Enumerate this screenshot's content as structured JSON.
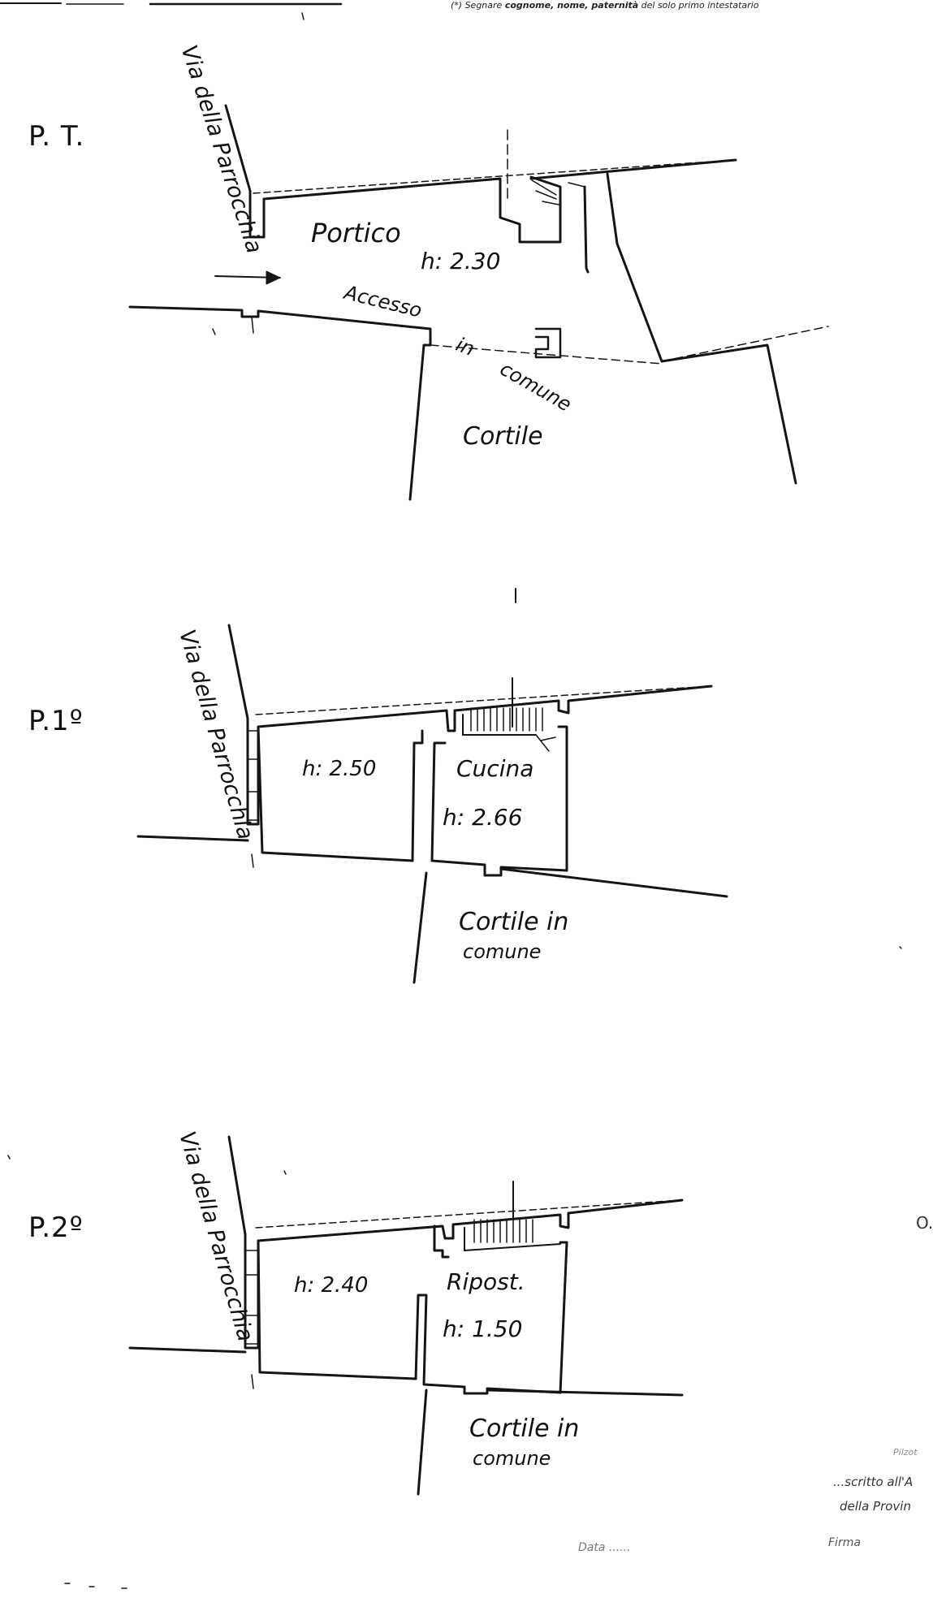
{
  "header": {
    "note_prefix": "(*) Segnare",
    "note_bold": "cognome, nome, paternità",
    "note_suffix": "del solo primo intestatario"
  },
  "floors": [
    {
      "label": "P. T.",
      "street": "Via della Parrocchia",
      "rooms": [
        {
          "name": "Portico",
          "height": "h: 2.30"
        }
      ],
      "annotations": [
        "Accesso",
        "in",
        "comune",
        "Cortile"
      ]
    },
    {
      "label": "P.1º",
      "street": "Via della Parrocchia",
      "rooms": [
        {
          "name": "",
          "height": "h: 2.50"
        },
        {
          "name": "Cucina",
          "height": "h: 2.66"
        }
      ],
      "annotations": [
        "Cortile in",
        "comune"
      ]
    },
    {
      "label": "P.2º",
      "street": "Via della Parrocchia",
      "rooms": [
        {
          "name": "",
          "height": "h: 2.40"
        },
        {
          "name": "Ripost.",
          "height": "h: 1.50"
        }
      ],
      "annotations": [
        "Cortile in",
        "comune"
      ]
    }
  ],
  "margin": {
    "o_fragment": "O.",
    "filed_fragment": "Pilzot",
    "enrolled": "...scritto all'A",
    "province": "della Provin",
    "date": "Data ......",
    "signature": "Firma"
  }
}
